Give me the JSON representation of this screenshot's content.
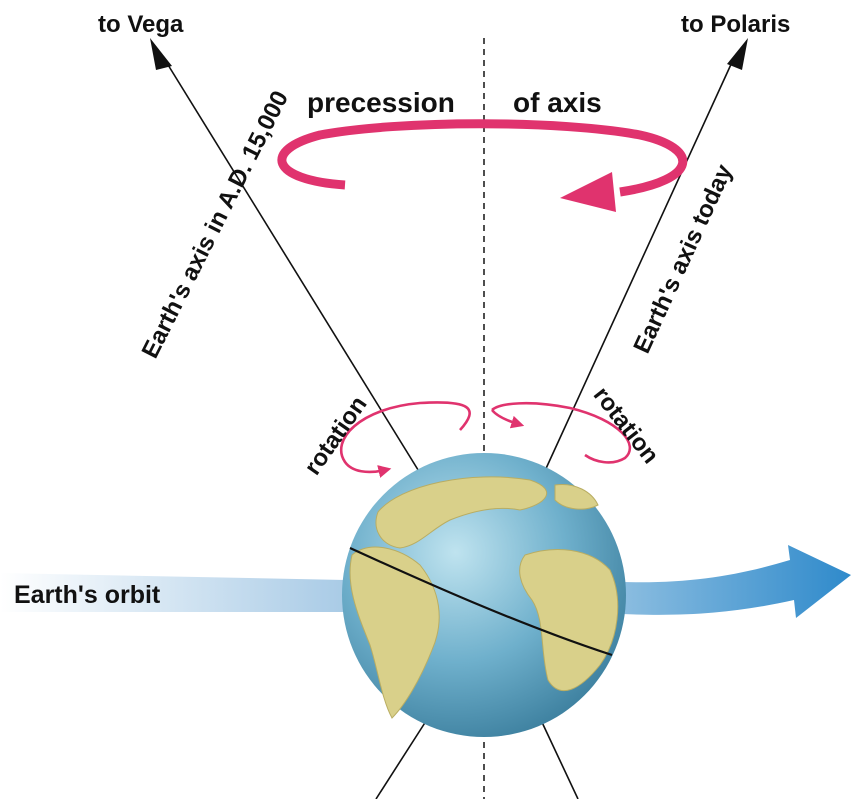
{
  "labels": {
    "to_vega": "to Vega",
    "to_polaris": "to Polaris",
    "precession_1": "precession",
    "precession_2": "of axis",
    "axis_future": "Earth's axis in A.D. 15,000",
    "axis_today": "Earth's axis today",
    "rotation_left": "rotation",
    "rotation_right": "rotation",
    "orbit": "Earth's orbit"
  },
  "colors": {
    "precession_arrow": "#e0336e",
    "rotation_arrow": "#e0336e",
    "orbit_arrow": "#3a8fd0",
    "ocean": "#6fb0cc",
    "land": "#d9d08a",
    "axis_line": "#111111"
  },
  "icons": {
    "globe": "earth-globe-icon"
  }
}
